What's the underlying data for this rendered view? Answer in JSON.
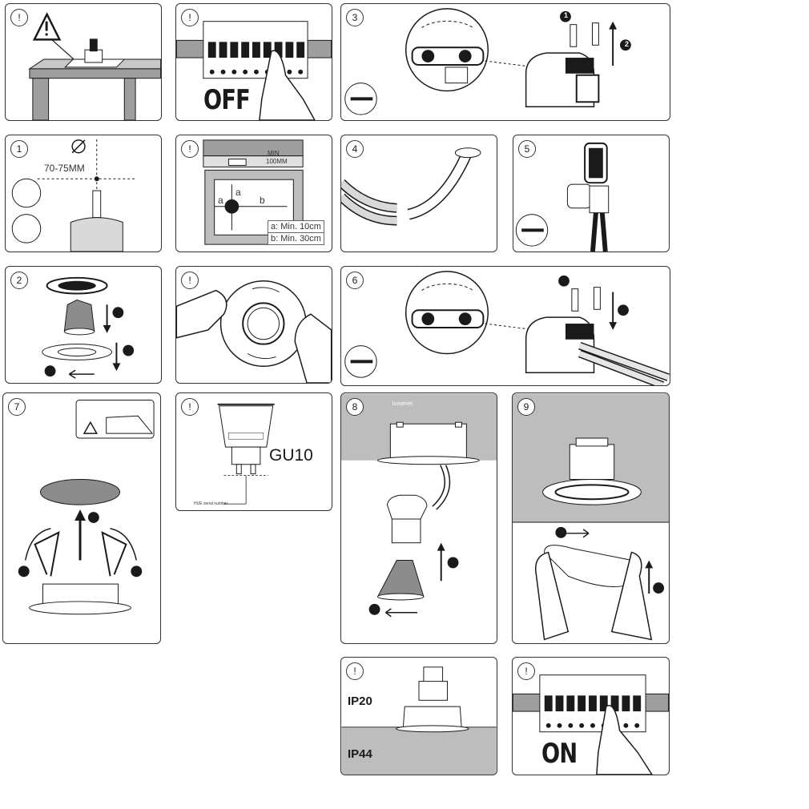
{
  "badges": {
    "p1": "!",
    "p2": "!",
    "p3": "3",
    "p4": "1",
    "p5": "!",
    "p6": "4",
    "p7": "5",
    "p8": "2",
    "p9": "!",
    "p10": "6",
    "p11": "7",
    "p12": "!",
    "p13": "8",
    "p14": "9",
    "p15": "!",
    "p16": "!"
  },
  "texts": {
    "off": "OFF",
    "on": "ON",
    "hole_size": "70-75MM",
    "min_label": "MIN",
    "min_dist": "100MM",
    "dim_a": "a",
    "dim_b": "b",
    "clear_a": "a:  Min.  10cm",
    "clear_b": "b:  Min.  30cm",
    "gu10": "GU10",
    "serial": "HUE serial number",
    "ip20": "IP20",
    "ip44": "IP44",
    "watermark": "lumenet"
  },
  "step_numbers": [
    "1",
    "2",
    "3"
  ],
  "colors": {
    "line": "#1a1a1a",
    "grey_wall": "#bdbdbd",
    "panel_border": "#333333"
  }
}
